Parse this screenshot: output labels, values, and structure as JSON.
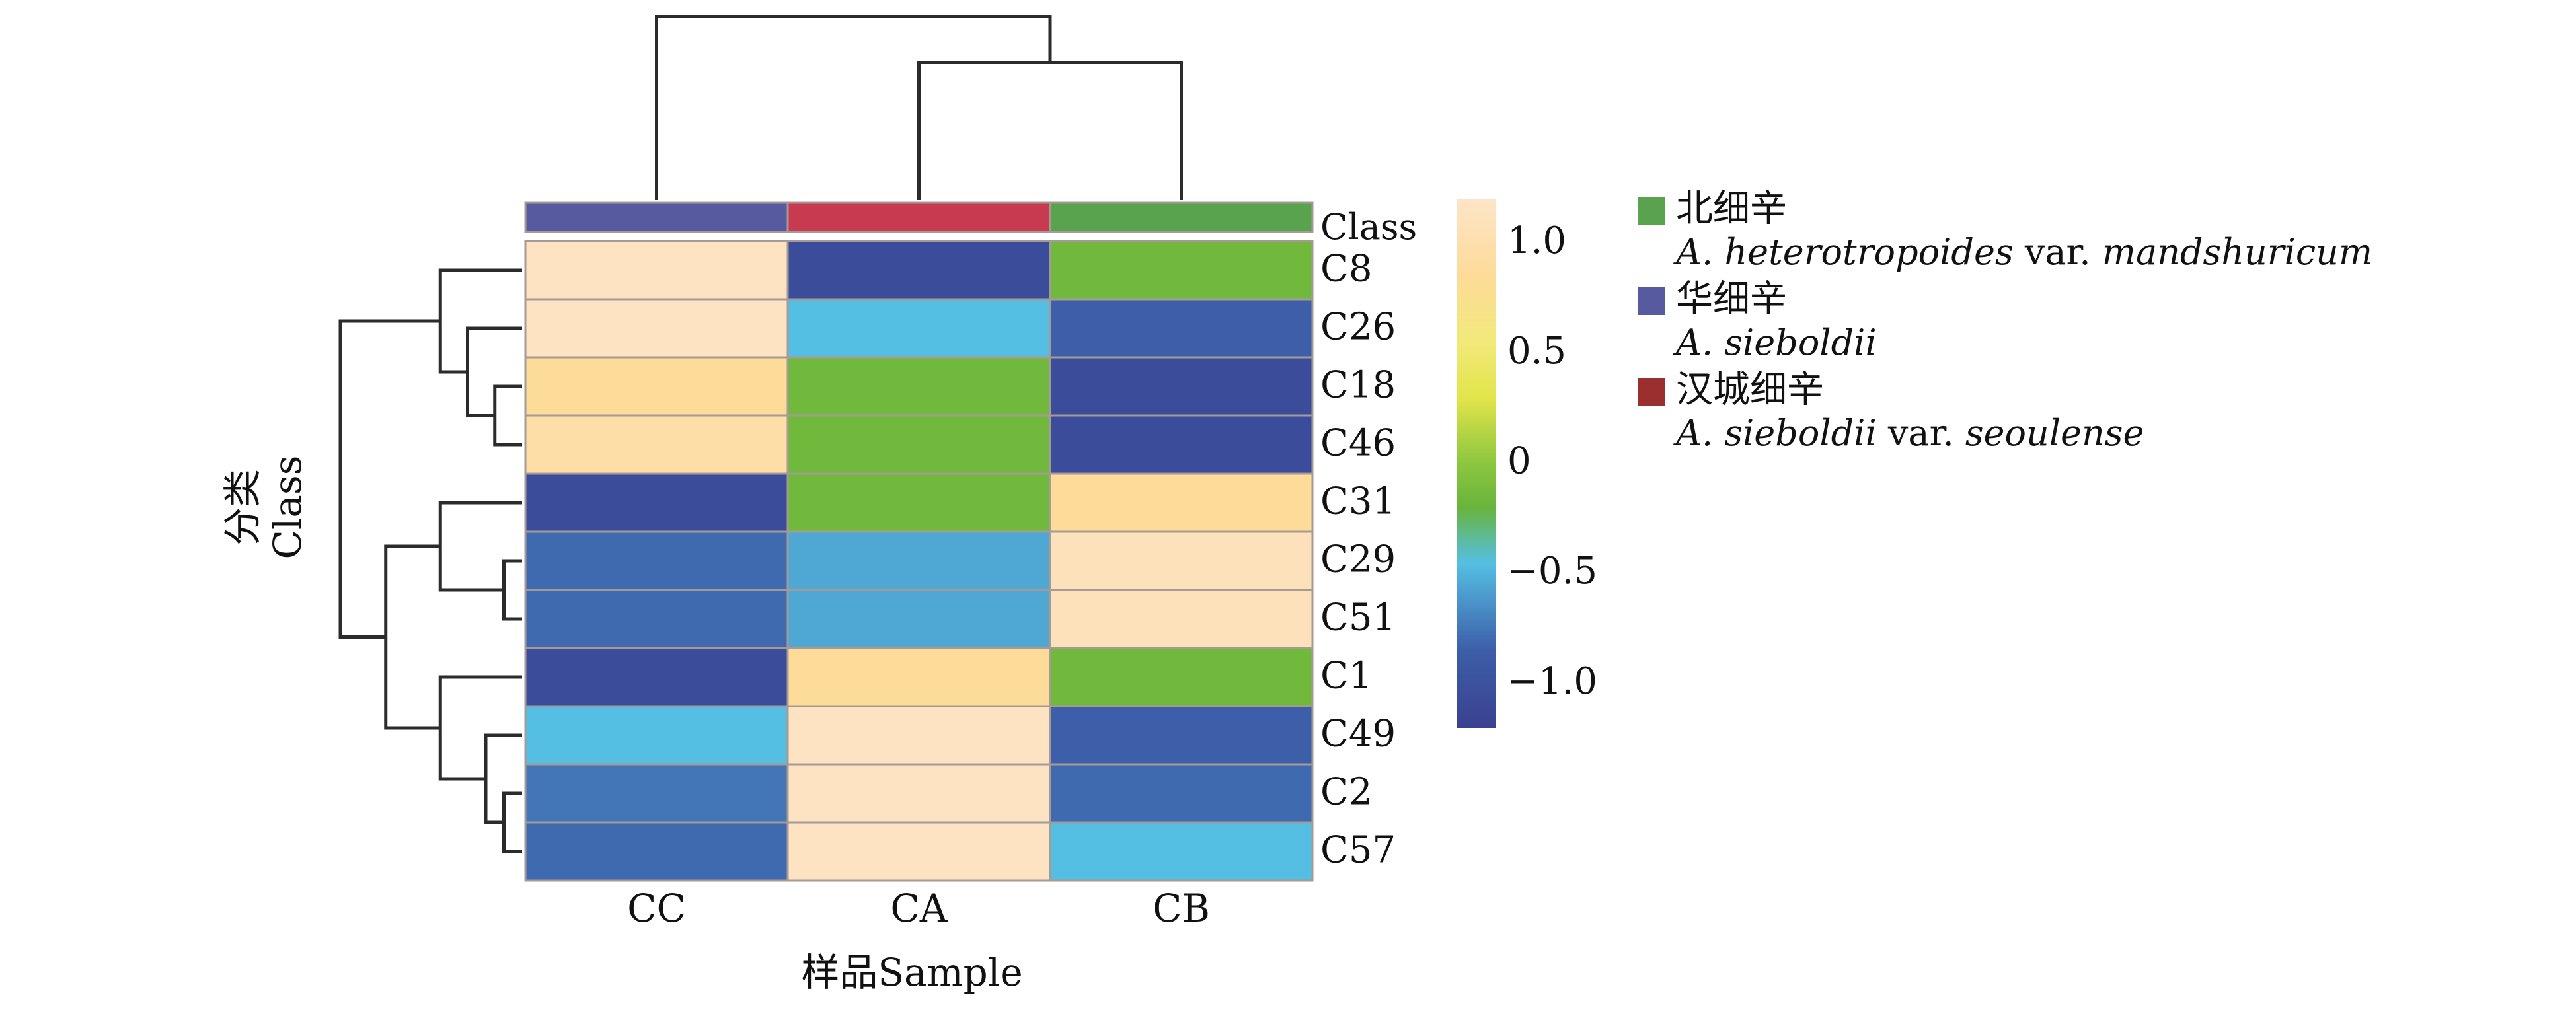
{
  "chart_data": {
    "type": "heatmap",
    "xlabel": "样品Sample",
    "ylabel_cn": "分类",
    "ylabel_en": "Class",
    "class_row_label": "Class",
    "columns": [
      "CC",
      "CA",
      "CB"
    ],
    "column_classes": [
      "华细辛",
      "汉城细辛",
      "北细辛"
    ],
    "rows": [
      "C8",
      "C26",
      "C18",
      "C46",
      "C31",
      "C29",
      "C51",
      "C1",
      "C49",
      "C2",
      "C57"
    ],
    "values": [
      [
        1.15,
        -1.05,
        -0.15
      ],
      [
        1.15,
        -0.45,
        -0.85
      ],
      [
        0.85,
        -0.15,
        -1.05
      ],
      [
        0.95,
        -0.15,
        -1.05
      ],
      [
        -1.05,
        -0.15,
        0.85
      ],
      [
        -0.8,
        -0.55,
        1.1
      ],
      [
        -0.8,
        -0.55,
        1.1
      ],
      [
        -1.05,
        0.85,
        -0.15
      ],
      [
        -0.45,
        1.15,
        -0.85
      ],
      [
        -0.75,
        1.15,
        -0.8
      ],
      [
        -0.8,
        1.15,
        -0.45
      ]
    ],
    "color_scale": {
      "min": -1.2,
      "max": 1.2,
      "ticks": [
        {
          "value": 1.0,
          "label": "1.0"
        },
        {
          "value": 0.5,
          "label": "0.5"
        },
        {
          "value": 0,
          "label": "0"
        },
        {
          "value": -0.5,
          "label": "−0.5"
        },
        {
          "value": -1.0,
          "label": "−1.0"
        }
      ],
      "stops": [
        {
          "value": -1.2,
          "color": "#3a4190"
        },
        {
          "value": -0.85,
          "color": "#3d5ea8"
        },
        {
          "value": -0.45,
          "color": "#55bfe3"
        },
        {
          "value": -0.2,
          "color": "#68b43c"
        },
        {
          "value": 0.0,
          "color": "#8cc63f"
        },
        {
          "value": 0.3,
          "color": "#e2e54a"
        },
        {
          "value": 0.55,
          "color": "#f2e97a"
        },
        {
          "value": 0.85,
          "color": "#fddb98"
        },
        {
          "value": 1.2,
          "color": "#fde4c8"
        }
      ]
    },
    "legend": [
      {
        "cn": "北细辛",
        "latin": [
          {
            "t": "A. heterotropoides",
            "i": true
          },
          {
            "t": " var. ",
            "i": false
          },
          {
            "t": "mandshuricum",
            "i": true
          }
        ],
        "color": "#5aa34e"
      },
      {
        "cn": "华细辛",
        "latin": [
          {
            "t": "A. sieboldii",
            "i": true
          }
        ],
        "color": "#575a9f"
      },
      {
        "cn": "汉城细辛",
        "latin": [
          {
            "t": "A. sieboldii",
            "i": true
          },
          {
            "t": " var. ",
            "i": false
          },
          {
            "t": "seoulense",
            "i": true
          }
        ],
        "color": "#9b2f30"
      }
    ],
    "class_colors": {
      "华细辛": "#575a9f",
      "汉城细辛": "#c73a50",
      "北细辛": "#5aa34e"
    },
    "column_dendrogram": [
      {
        "a": 1,
        "b": 2,
        "h": 0.75
      },
      {
        "a": 0,
        "b": "m0",
        "h": 1.0
      }
    ],
    "row_dendrogram": [
      {
        "a": 2,
        "b": 3,
        "h": 0.15
      },
      {
        "a": 1,
        "b": "m0",
        "h": 0.3
      },
      {
        "a": 0,
        "b": "m1",
        "h": 0.45
      },
      {
        "a": 5,
        "b": 6,
        "h": 0.1
      },
      {
        "a": 4,
        "b": "m3",
        "h": 0.45
      },
      {
        "a": 9,
        "b": 10,
        "h": 0.1
      },
      {
        "a": 8,
        "b": "m5",
        "h": 0.2
      },
      {
        "a": 7,
        "b": "m6",
        "h": 0.45
      },
      {
        "a": "m4",
        "b": "m7",
        "h": 0.75
      },
      {
        "a": "m2",
        "b": "m8",
        "h": 1.0
      }
    ]
  }
}
